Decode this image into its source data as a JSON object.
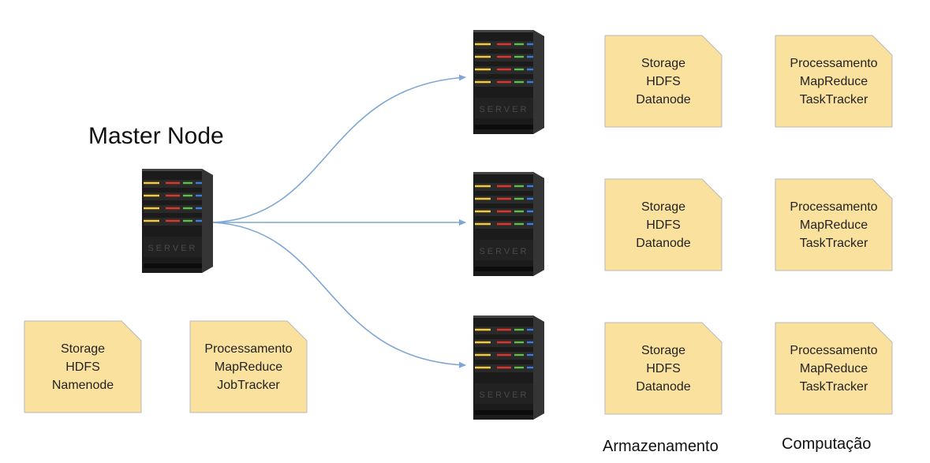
{
  "master": {
    "title": "Master Node"
  },
  "colors": {
    "note_fill": "#fae29e",
    "note_stroke": "#b8b8b8",
    "arrow": "#7ea7d4",
    "server_body": "#1b1b1b"
  },
  "server_label": "SERVER",
  "master_notes": [
    {
      "lines": [
        "Storage",
        "HDFS",
        "Namenode"
      ]
    },
    {
      "lines": [
        "Processamento",
        "MapReduce",
        "JobTracker"
      ]
    }
  ],
  "worker_rows": [
    {
      "storage": [
        "Storage",
        "HDFS",
        "Datanode"
      ],
      "compute": [
        "Processamento",
        "MapReduce",
        "TaskTracker"
      ]
    },
    {
      "storage": [
        "Storage",
        "HDFS",
        "Datanode"
      ],
      "compute": [
        "Processamento",
        "MapReduce",
        "TaskTracker"
      ]
    },
    {
      "storage": [
        "Storage",
        "HDFS",
        "Datanode"
      ],
      "compute": [
        "Processamento",
        "MapReduce",
        "TaskTracker"
      ]
    }
  ],
  "columns": {
    "storage_caption": "Armazenamento",
    "compute_caption": "Computação"
  }
}
